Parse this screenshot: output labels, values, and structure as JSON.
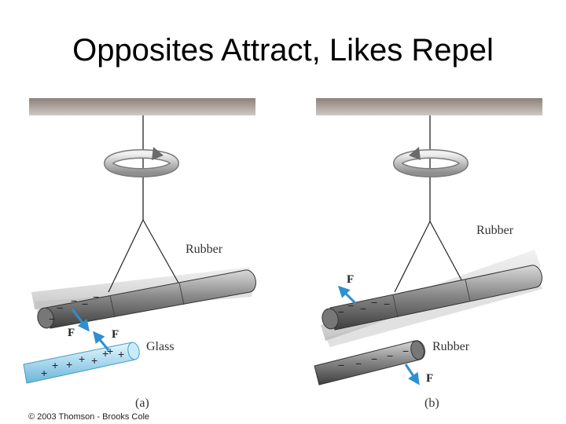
{
  "title": "Opposites Attract, Likes Repel",
  "panel_a": {
    "rod_label": "Rubber",
    "other_label": "Glass",
    "force_label_1": "F",
    "force_label_2": "F",
    "caption": "(a)",
    "charges_rubber": [
      "−",
      "−",
      "−",
      "−",
      "−"
    ],
    "charges_glass": [
      "+",
      "+",
      "+",
      "+",
      "+",
      "+",
      "+",
      "+"
    ]
  },
  "panel_b": {
    "rod_label": "Rubber",
    "other_label": "Rubber",
    "force_label_1": "F",
    "force_label_2": "F",
    "caption": "(b)"
  },
  "copyright": "© 2003 Thomson - Brooks Cole",
  "colors": {
    "ceiling": "#b0a6a0",
    "ceiling_top": "#8c817b",
    "rod_dark": "#5f5f5f",
    "rod_light": "#c9c9c9",
    "glass": "#a8d8ee",
    "arrow": "#2f8fd0"
  }
}
